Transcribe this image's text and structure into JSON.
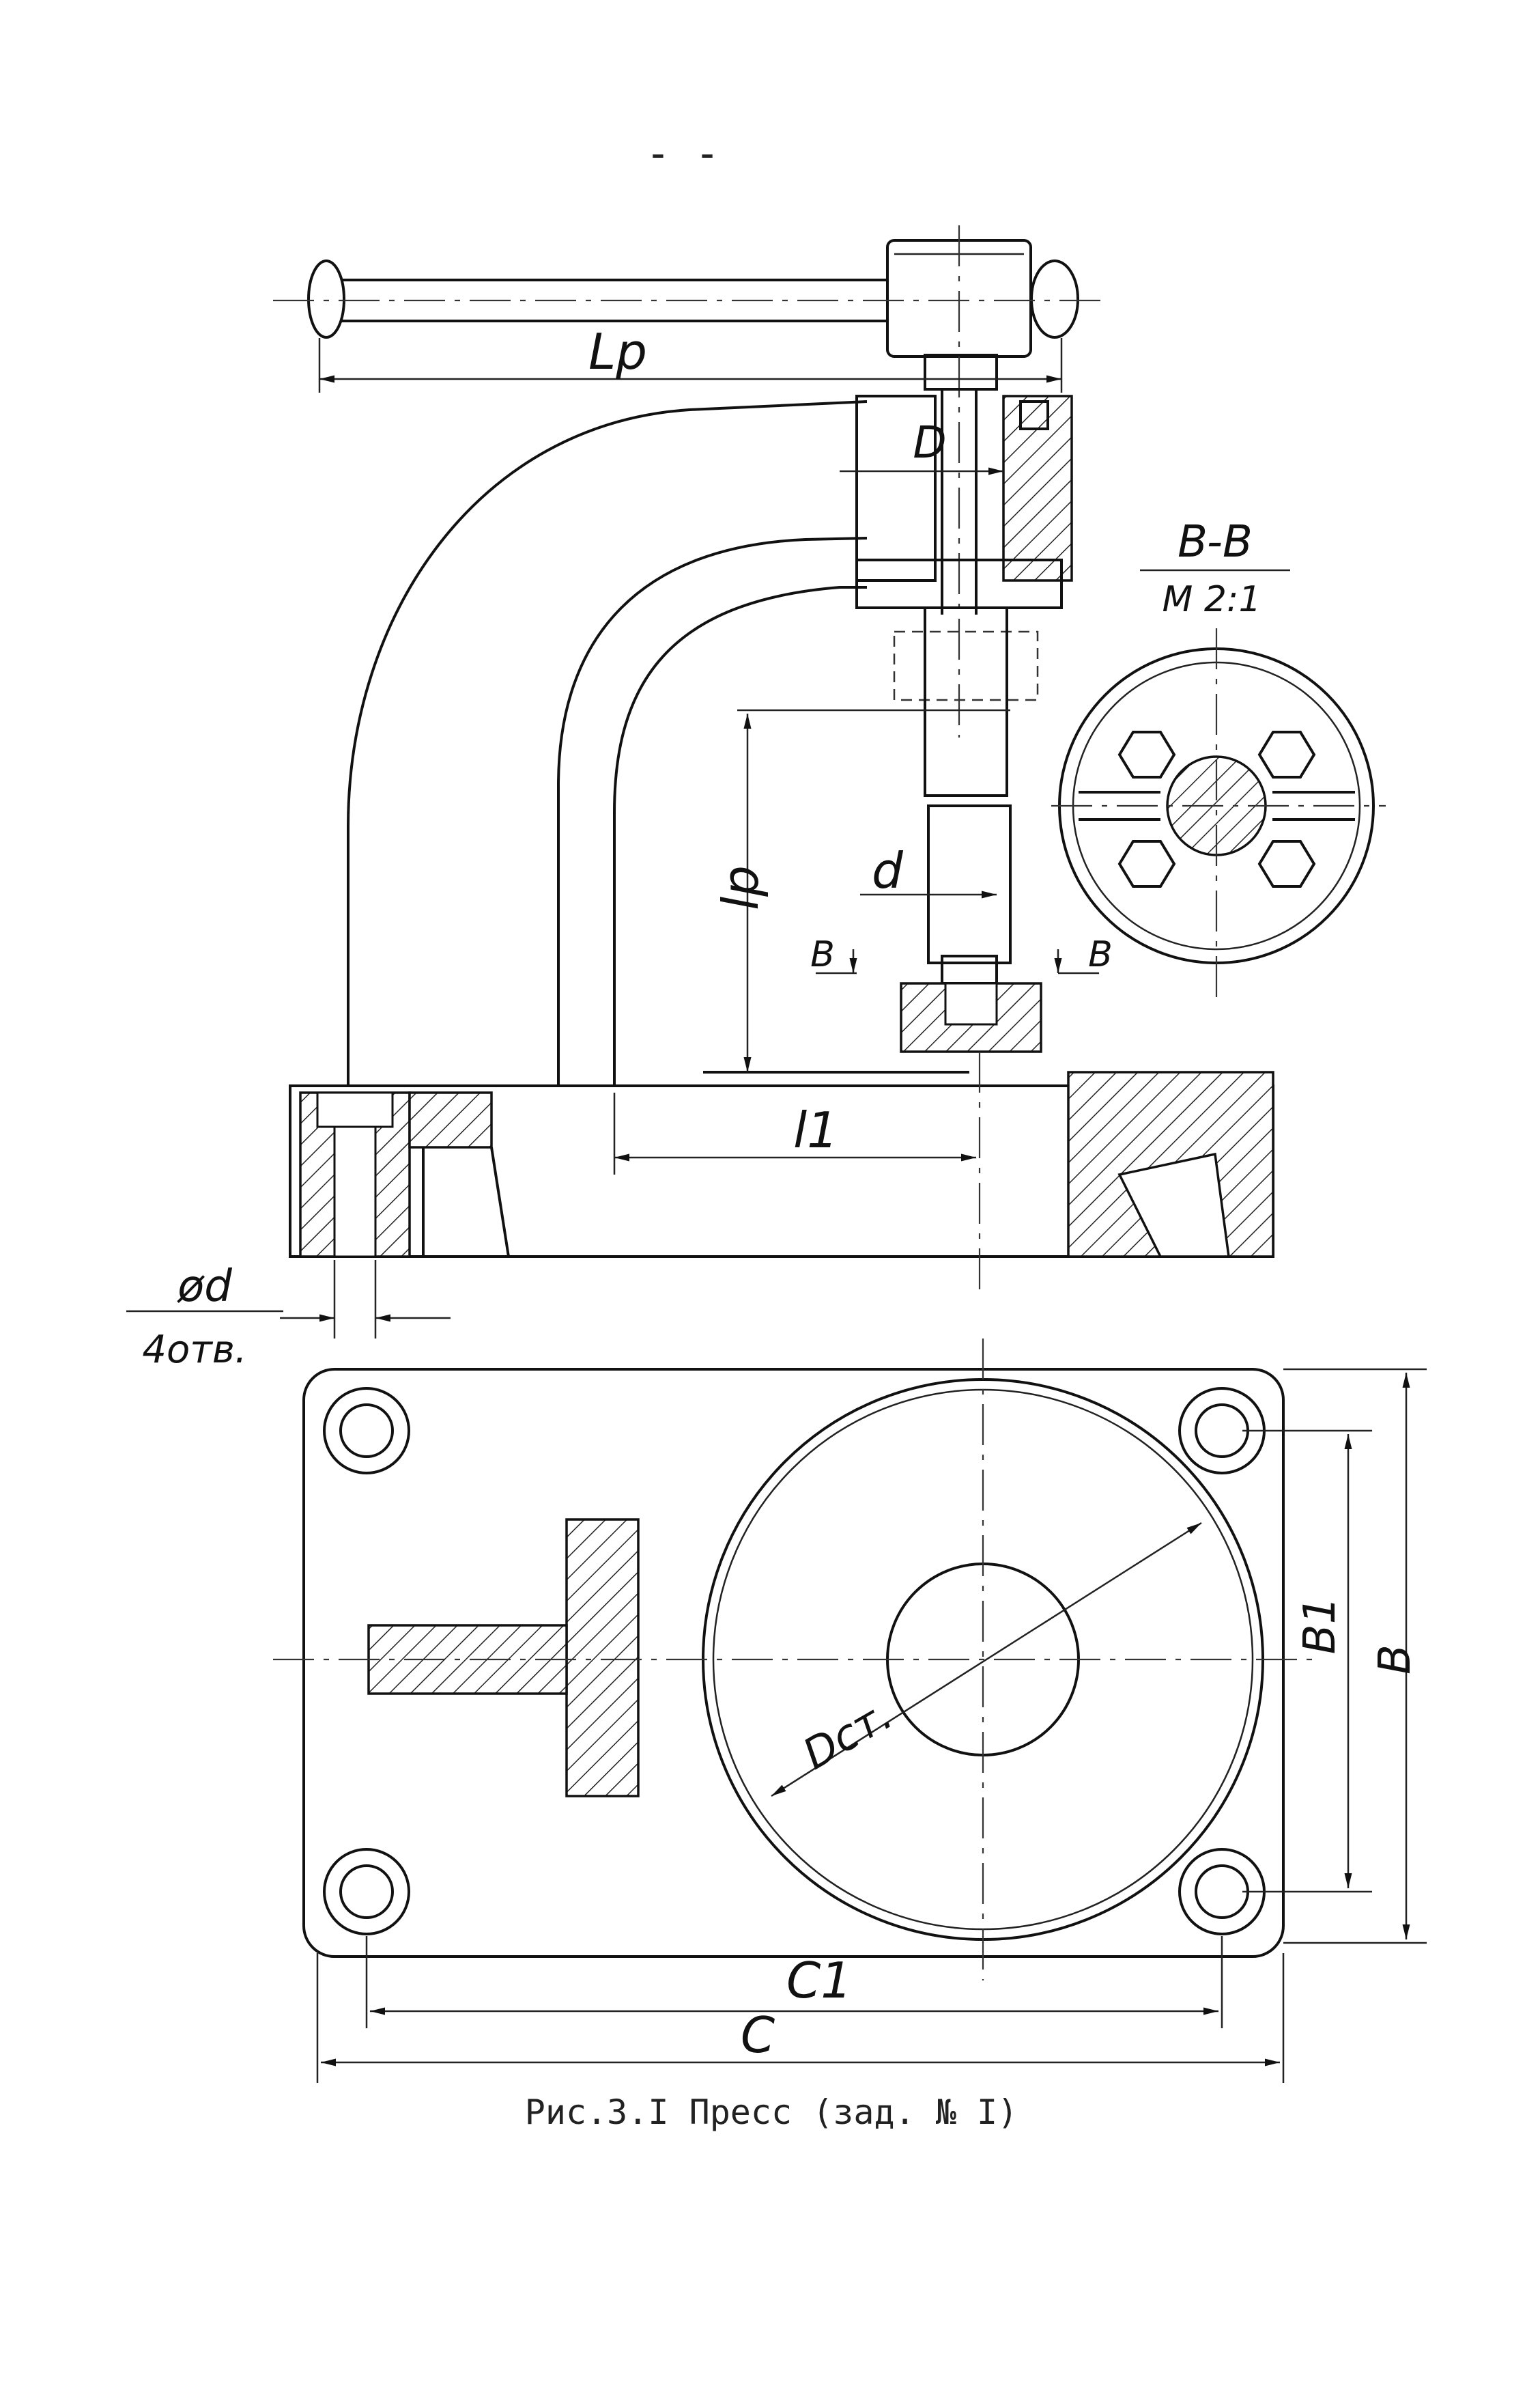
{
  "page": {
    "header_mark": "- -",
    "caption": "Рис.3.I  Пресс  (зад. № I)"
  },
  "labels": {
    "lever_length": "Lp",
    "screw_diameter": "D",
    "section_title": "B-B",
    "section_scale": "M 2:1",
    "stroke_length": "lp",
    "rod_diameter": "d",
    "section_mark_left": "B",
    "section_mark_right": "B",
    "reach": "l1",
    "hole_diameter": "ød",
    "hole_count": "4отв.",
    "table_diameter": "Dст.",
    "inner_width": "B1",
    "width": "B",
    "inner_length": "C1",
    "length": "C"
  }
}
